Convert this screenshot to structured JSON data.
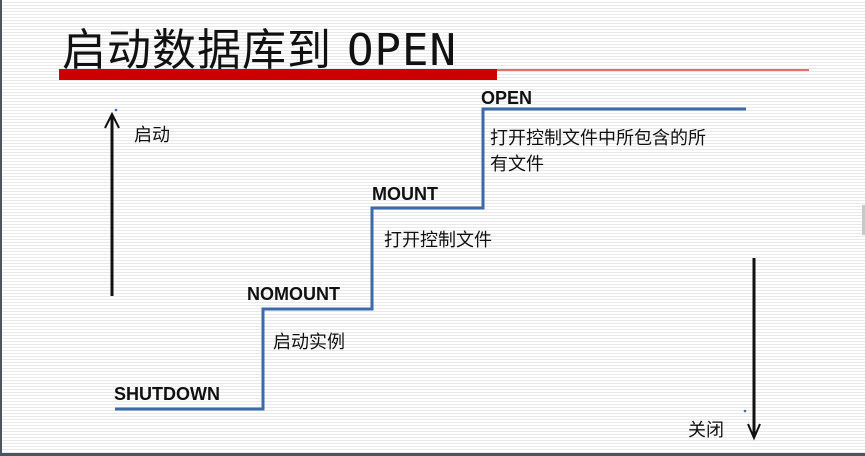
{
  "title": {
    "zh": "启动数据库到",
    "en": "OPEN"
  },
  "colors": {
    "accent_bar": "#cc0000",
    "stair_line": "#3c6aa8",
    "arrow": "#111111"
  },
  "arrows": {
    "startup_label": "启动",
    "shutdown_label": "关闭"
  },
  "states": [
    {
      "name": "SHUTDOWN",
      "description": ""
    },
    {
      "name": "NOMOUNT",
      "description": "启动实例"
    },
    {
      "name": "MOUNT",
      "description": "打开控制文件"
    },
    {
      "name": "OPEN",
      "description": "打开控制文件中所包含的所",
      "description_line2": "有文件"
    }
  ]
}
